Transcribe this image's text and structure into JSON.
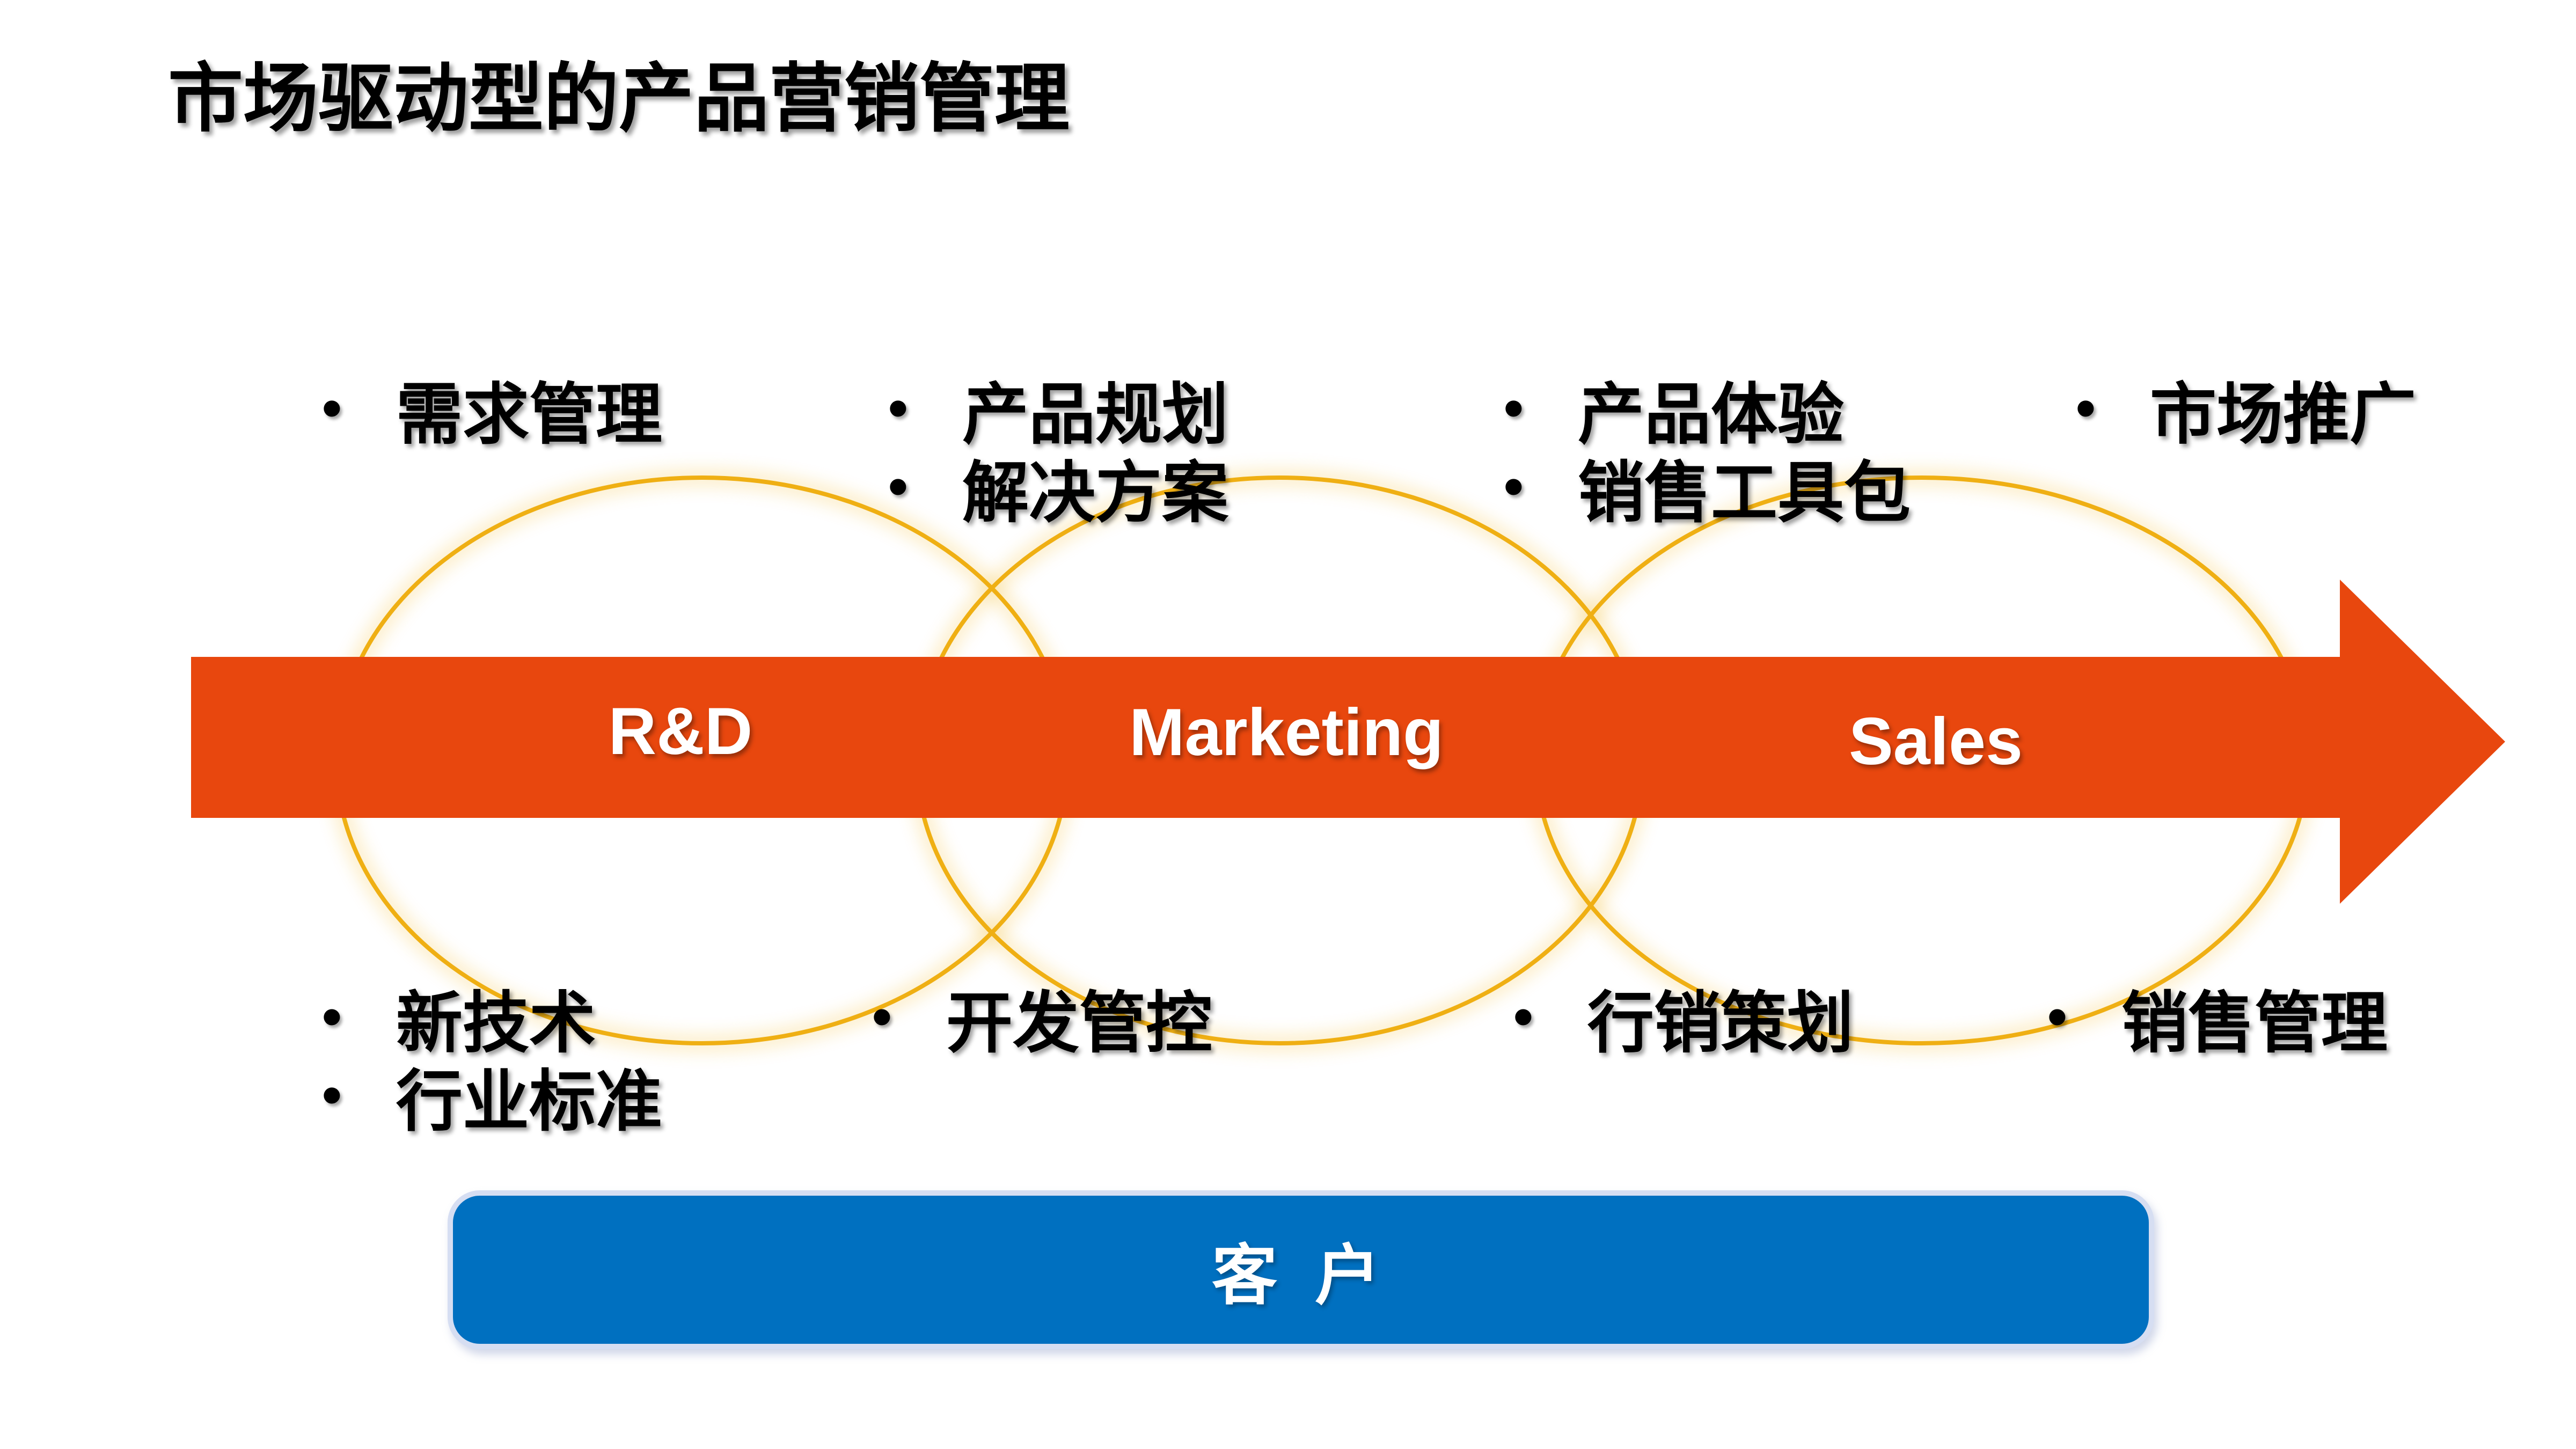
{
  "title": "市场驱动型的产品营销管理",
  "glyphs": {
    "bullet": "•"
  },
  "process_arrow": {
    "stages": [
      {
        "label": "R&D"
      },
      {
        "label": "Marketing"
      },
      {
        "label": "Sales"
      }
    ],
    "color": "#E8470E",
    "label_color": "#FFFFFF"
  },
  "bullets": {
    "top": [
      {
        "items": [
          "需求管理"
        ]
      },
      {
        "items": [
          "产品规划",
          "解决方案"
        ]
      },
      {
        "items": [
          "产品体验",
          "销售工具包"
        ]
      },
      {
        "items": [
          "市场推广"
        ]
      }
    ],
    "bottom": [
      {
        "items": [
          "新技术",
          "行业标准"
        ]
      },
      {
        "items": [
          "开发管控"
        ]
      },
      {
        "items": [
          "行销策划"
        ]
      },
      {
        "items": [
          "销售管理"
        ]
      }
    ]
  },
  "customer_box": {
    "label": "客 户",
    "background": "#0070C0",
    "border_color": "#D6DEF2",
    "text_color": "#FFFFFF"
  },
  "colors": {
    "ellipse_stroke": "#EFAF13",
    "title_text": "#000000",
    "background": "#FFFFFF"
  }
}
